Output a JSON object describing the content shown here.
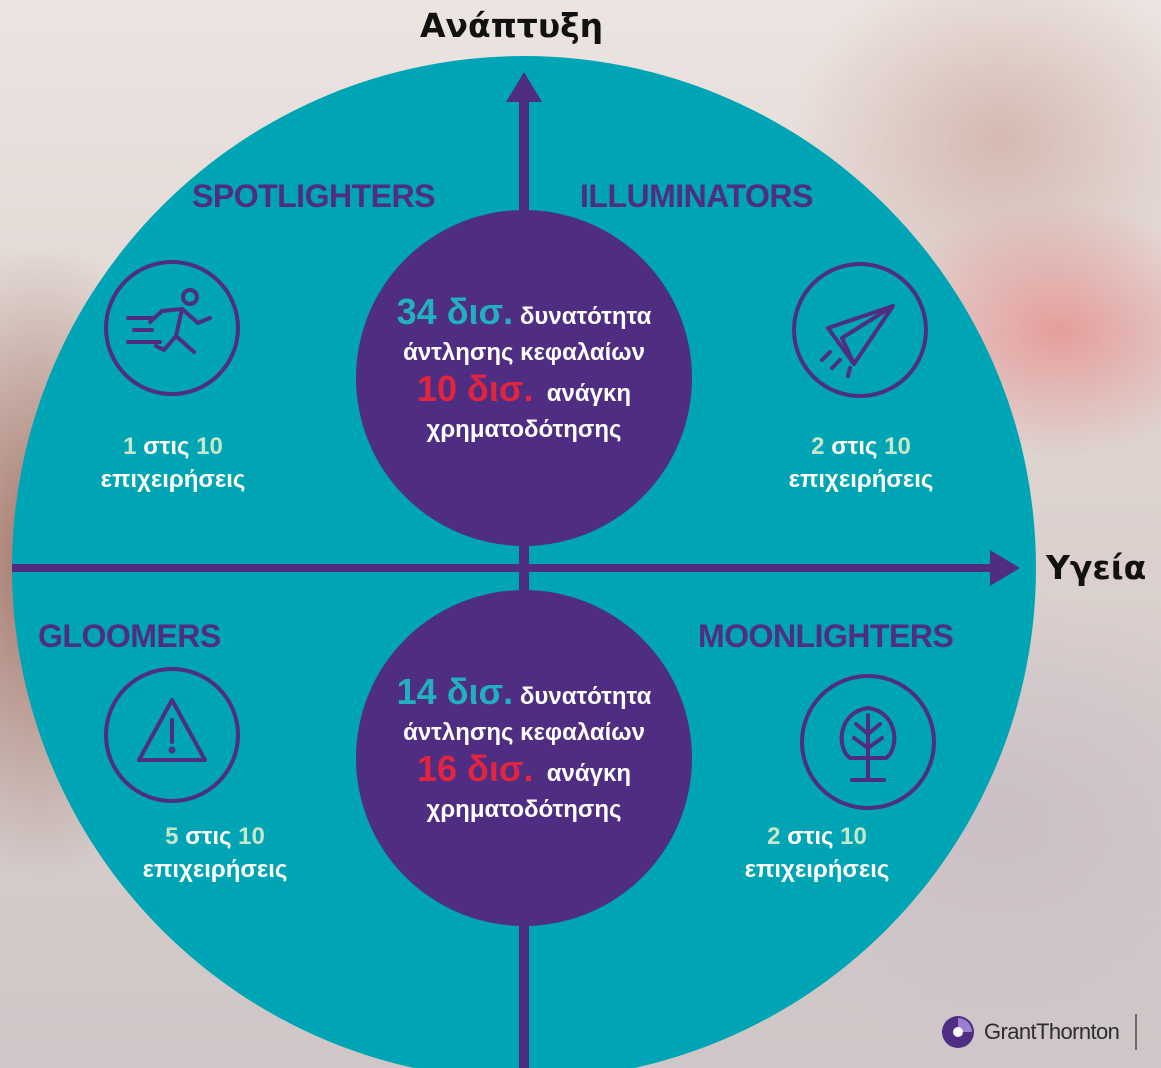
{
  "axes": {
    "vertical_label": "Ανάπτυξη",
    "horizontal_label": "Υγεία"
  },
  "quadrants": {
    "top_left": {
      "title": "SPOTLIGHTERS",
      "icon": "running-person-icon",
      "count": "1",
      "of_text": "στις",
      "total": "10",
      "unit": "επιχειρήσεις"
    },
    "top_right": {
      "title": "ILLUMINATORS",
      "icon": "paper-plane-icon",
      "count": "2",
      "of_text": "στις",
      "total": "10",
      "unit": "επιχειρήσεις"
    },
    "bottom_left": {
      "title": "GLOOMERS",
      "icon": "warning-triangle-icon",
      "count": "5",
      "of_text": "στις",
      "total": "10",
      "unit": "επιχειρήσεις"
    },
    "bottom_right": {
      "title": "MOONLIGHTERS",
      "icon": "tree-icon",
      "count": "2",
      "of_text": "στις",
      "total": "10",
      "unit": "επιχειρήσεις"
    }
  },
  "center_top": {
    "capacity_value": "34 δισ.",
    "capacity_label_1": "δυνατότητα",
    "capacity_label_2": "άντλησης κεφαλαίων",
    "need_value": "10 δισ.",
    "need_label_1": "ανάγκη",
    "need_label_2": "χρηματοδότησης"
  },
  "center_bottom": {
    "capacity_value": "14 δισ.",
    "capacity_label_1": "δυνατότητα",
    "capacity_label_2": "άντλησης κεφαλαίων",
    "need_value": "16 δισ.",
    "need_label_1": "ανάγκη",
    "need_label_2": "χρηματοδότησης"
  },
  "brand": {
    "name": "GrantThornton"
  },
  "colors": {
    "teal": "#00a5b5",
    "purple": "#4f2d82",
    "highlight_red": "#e2243f",
    "highlight_teal": "#21b0c0"
  }
}
